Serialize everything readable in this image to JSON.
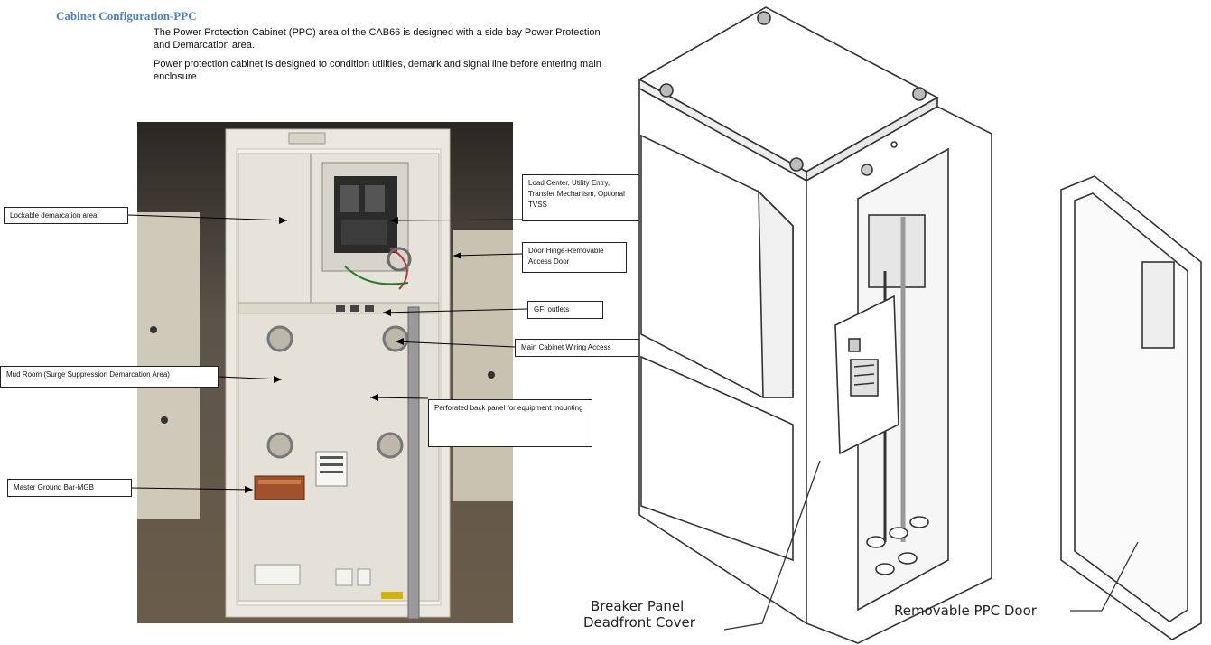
{
  "section_title": "Cabinet Configuration-PPC",
  "paragraphs": [
    "The Power Protection Cabinet (PPC) area of the CAB66 is designed with a side bay Power Protection and Demarcation area.",
    "Power protection cabinet is designed to condition utilities, demark and signal line before entering main enclosure."
  ],
  "callouts": {
    "lockable": "Lockable demarcation area",
    "load_center": "Load Center, Utility Entry, Transfer Mechanism, Optional TVSS",
    "door_hinge": "Door Hinge-Removable Access Door",
    "gfi": "GFI outlets",
    "main_wiring": "Main Cabinet Wiring Access",
    "mud_room": "Mud Room (Surge Suppression Demarcation Area)",
    "perforated": "Perforated back panel for equipment mounting",
    "mgb": "Master Ground Bar-MGB"
  },
  "drawing": {
    "breaker_label_1": "Breaker Panel",
    "breaker_label_2": "Deadfront Cover",
    "door_label": "Removable PPC Door"
  },
  "colors": {
    "title": "#4f81bd",
    "cabinet": "#e9e6dc",
    "background_photo": "#3a3630"
  }
}
